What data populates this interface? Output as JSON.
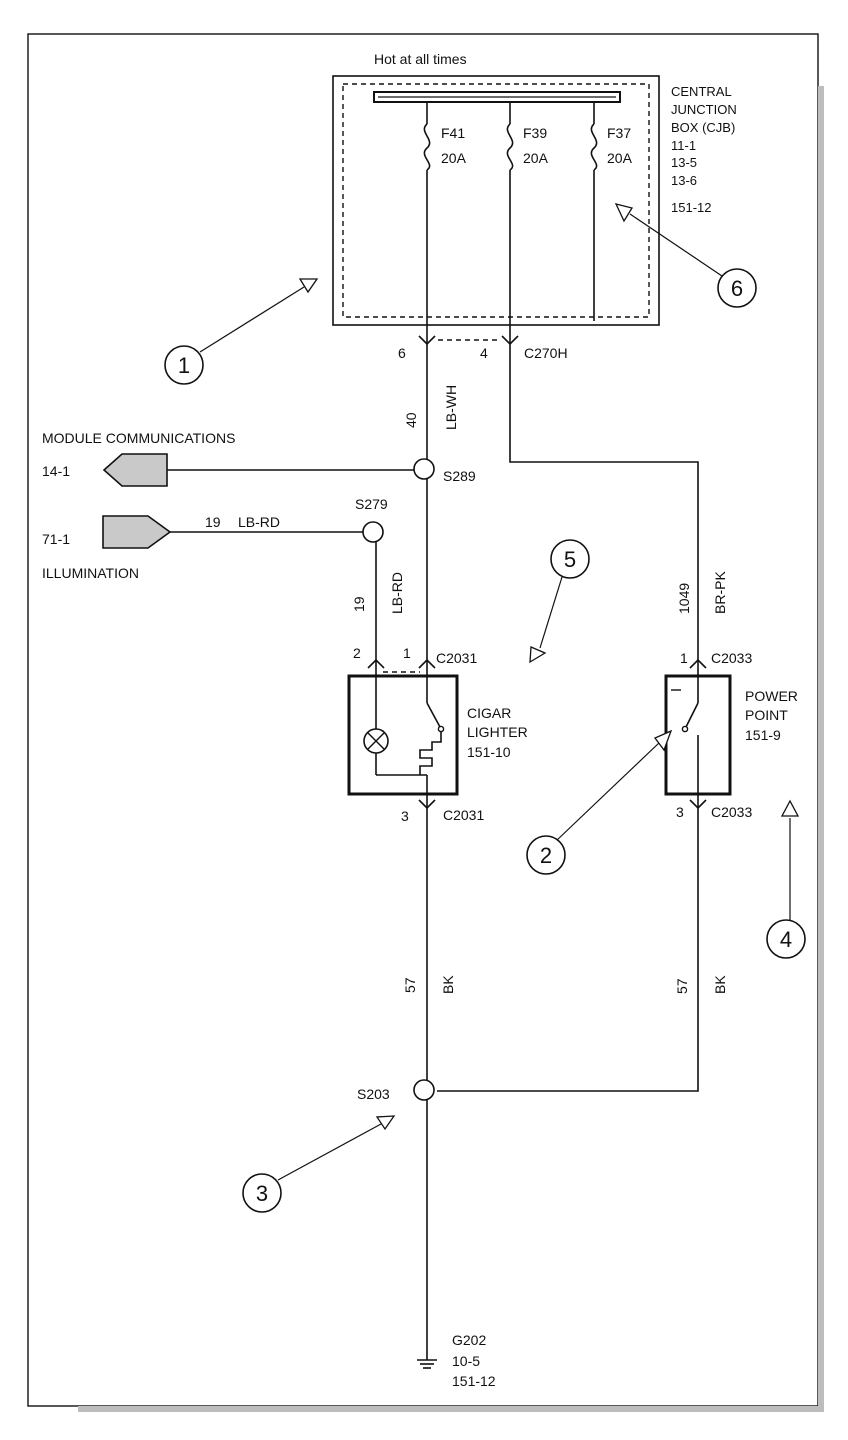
{
  "header": {
    "hot_at_all_times": "Hot at all times"
  },
  "cjb": {
    "lines": [
      "CENTRAL",
      "JUNCTION",
      "BOX (CJB)",
      "11-1",
      "13-5",
      "13-6",
      "151-12"
    ],
    "fuses": [
      {
        "id": "F41",
        "rating": "20A"
      },
      {
        "id": "F39",
        "rating": "20A"
      },
      {
        "id": "F37",
        "rating": "20A"
      }
    ],
    "pin_left": "6",
    "pin_right": "4",
    "connector": "C270H"
  },
  "wires": {
    "lbwh_circuit": "40",
    "lbwh_color": "LB-WH",
    "lbrd_circuit": "19",
    "lbrd_color": "LB-RD",
    "illum_circuit": "19",
    "illum_color": "LB-RD",
    "brpk_circuit": "1049",
    "brpk_color": "BR-PK",
    "bk_left_circuit": "57",
    "bk_left_color": "BK",
    "bk_right_circuit": "57",
    "bk_right_color": "BK"
  },
  "splices": {
    "s289": "S289",
    "s279": "S279",
    "s203": "S203"
  },
  "module_comm": {
    "label": "MODULE COMMUNICATIONS",
    "ref": "14-1"
  },
  "illumination": {
    "label": "ILLUMINATION",
    "ref": "71-1"
  },
  "cigar": {
    "lines": [
      "CIGAR",
      "LIGHTER",
      "151-10"
    ],
    "pin_top_left": "2",
    "pin_top_right": "1",
    "pin_bottom": "3",
    "conn_top": "C2031",
    "conn_bottom": "C2031"
  },
  "power_point": {
    "lines": [
      "POWER",
      "POINT",
      "151-9"
    ],
    "pin_top": "1",
    "pin_bottom": "3",
    "conn_top": "C2033",
    "conn_bottom": "C2033"
  },
  "ground": {
    "lines": [
      "G202",
      "10-5",
      "151-12"
    ]
  },
  "callouts": [
    "1",
    "2",
    "3",
    "4",
    "5",
    "6"
  ]
}
